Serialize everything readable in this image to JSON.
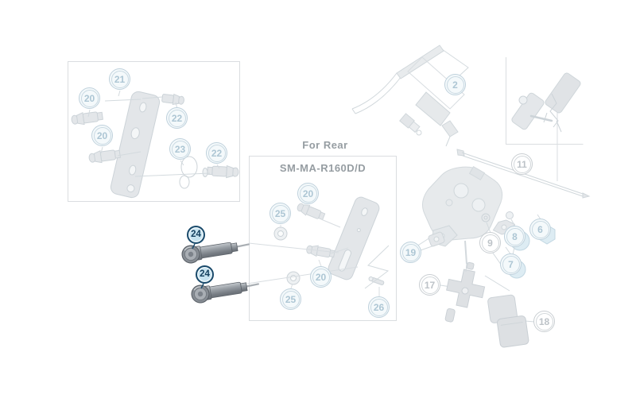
{
  "labels": {
    "for_rear": "For Rear",
    "model": "SM-MA-R160D/D"
  },
  "colors": {
    "highlight_ring": "#1a4a6b",
    "highlight_fill": "#c6e3f0",
    "faded_blue_ring": "#bfd1dc",
    "faded_gray_ring": "#c9ced2",
    "faded_line": "#d3dade",
    "label_text": "#969da2",
    "bolt_metal": "#81878e"
  },
  "callouts": [
    {
      "label": "20",
      "style": "faded-blue"
    },
    {
      "label": "21",
      "style": "faded-blue"
    },
    {
      "label": "22",
      "style": "faded-blue"
    },
    {
      "label": "20",
      "style": "faded-blue"
    },
    {
      "label": "23",
      "style": "faded-blue"
    },
    {
      "label": "22",
      "style": "faded-blue"
    },
    {
      "label": "20",
      "style": "faded-blue"
    },
    {
      "label": "25",
      "style": "faded-blue"
    },
    {
      "label": "20",
      "style": "faded-blue"
    },
    {
      "label": "25",
      "style": "faded-blue"
    },
    {
      "label": "26",
      "style": "faded-blue"
    },
    {
      "label": "24",
      "style": "highlighted"
    },
    {
      "label": "24",
      "style": "highlighted"
    },
    {
      "label": "2",
      "style": "faded-blue"
    },
    {
      "label": "11",
      "style": "faded-gray"
    },
    {
      "label": "6",
      "style": "faded-blue"
    },
    {
      "label": "8",
      "style": "faded-blue"
    },
    {
      "label": "9",
      "style": "faded-gray"
    },
    {
      "label": "7",
      "style": "faded-blue"
    },
    {
      "label": "19",
      "style": "faded-blue"
    },
    {
      "label": "17",
      "style": "faded-gray"
    },
    {
      "label": "18",
      "style": "faded-gray"
    }
  ]
}
